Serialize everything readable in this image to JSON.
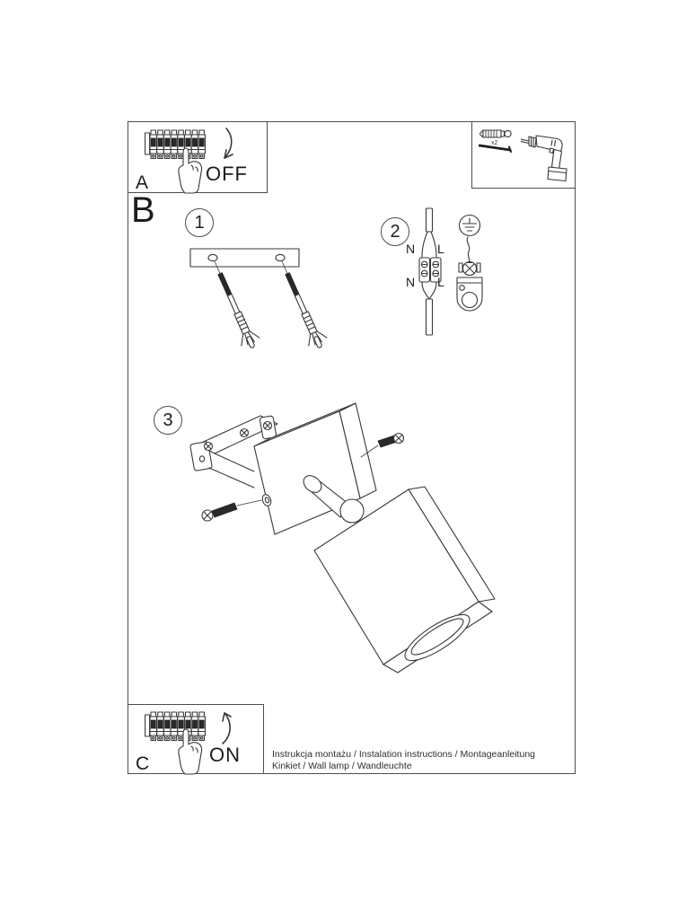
{
  "box_a": {
    "label": "A",
    "state": "OFF"
  },
  "tools_box": {
    "plug_count": "x2"
  },
  "section_b": {
    "label": "B"
  },
  "step1": {
    "number": "1"
  },
  "step2": {
    "number": "2",
    "labels": {
      "n_top": "N",
      "l_top": "L",
      "n_bottom": "N",
      "l_bottom": "L"
    }
  },
  "step3": {
    "number": "3"
  },
  "box_c": {
    "label": "C",
    "state": "ON"
  },
  "footer": {
    "line1": "Instrukcja montażu / Instalation instructions / Montageanleitung",
    "line2": "Kinkiet  / Wall lamp / Wandleuchte"
  }
}
